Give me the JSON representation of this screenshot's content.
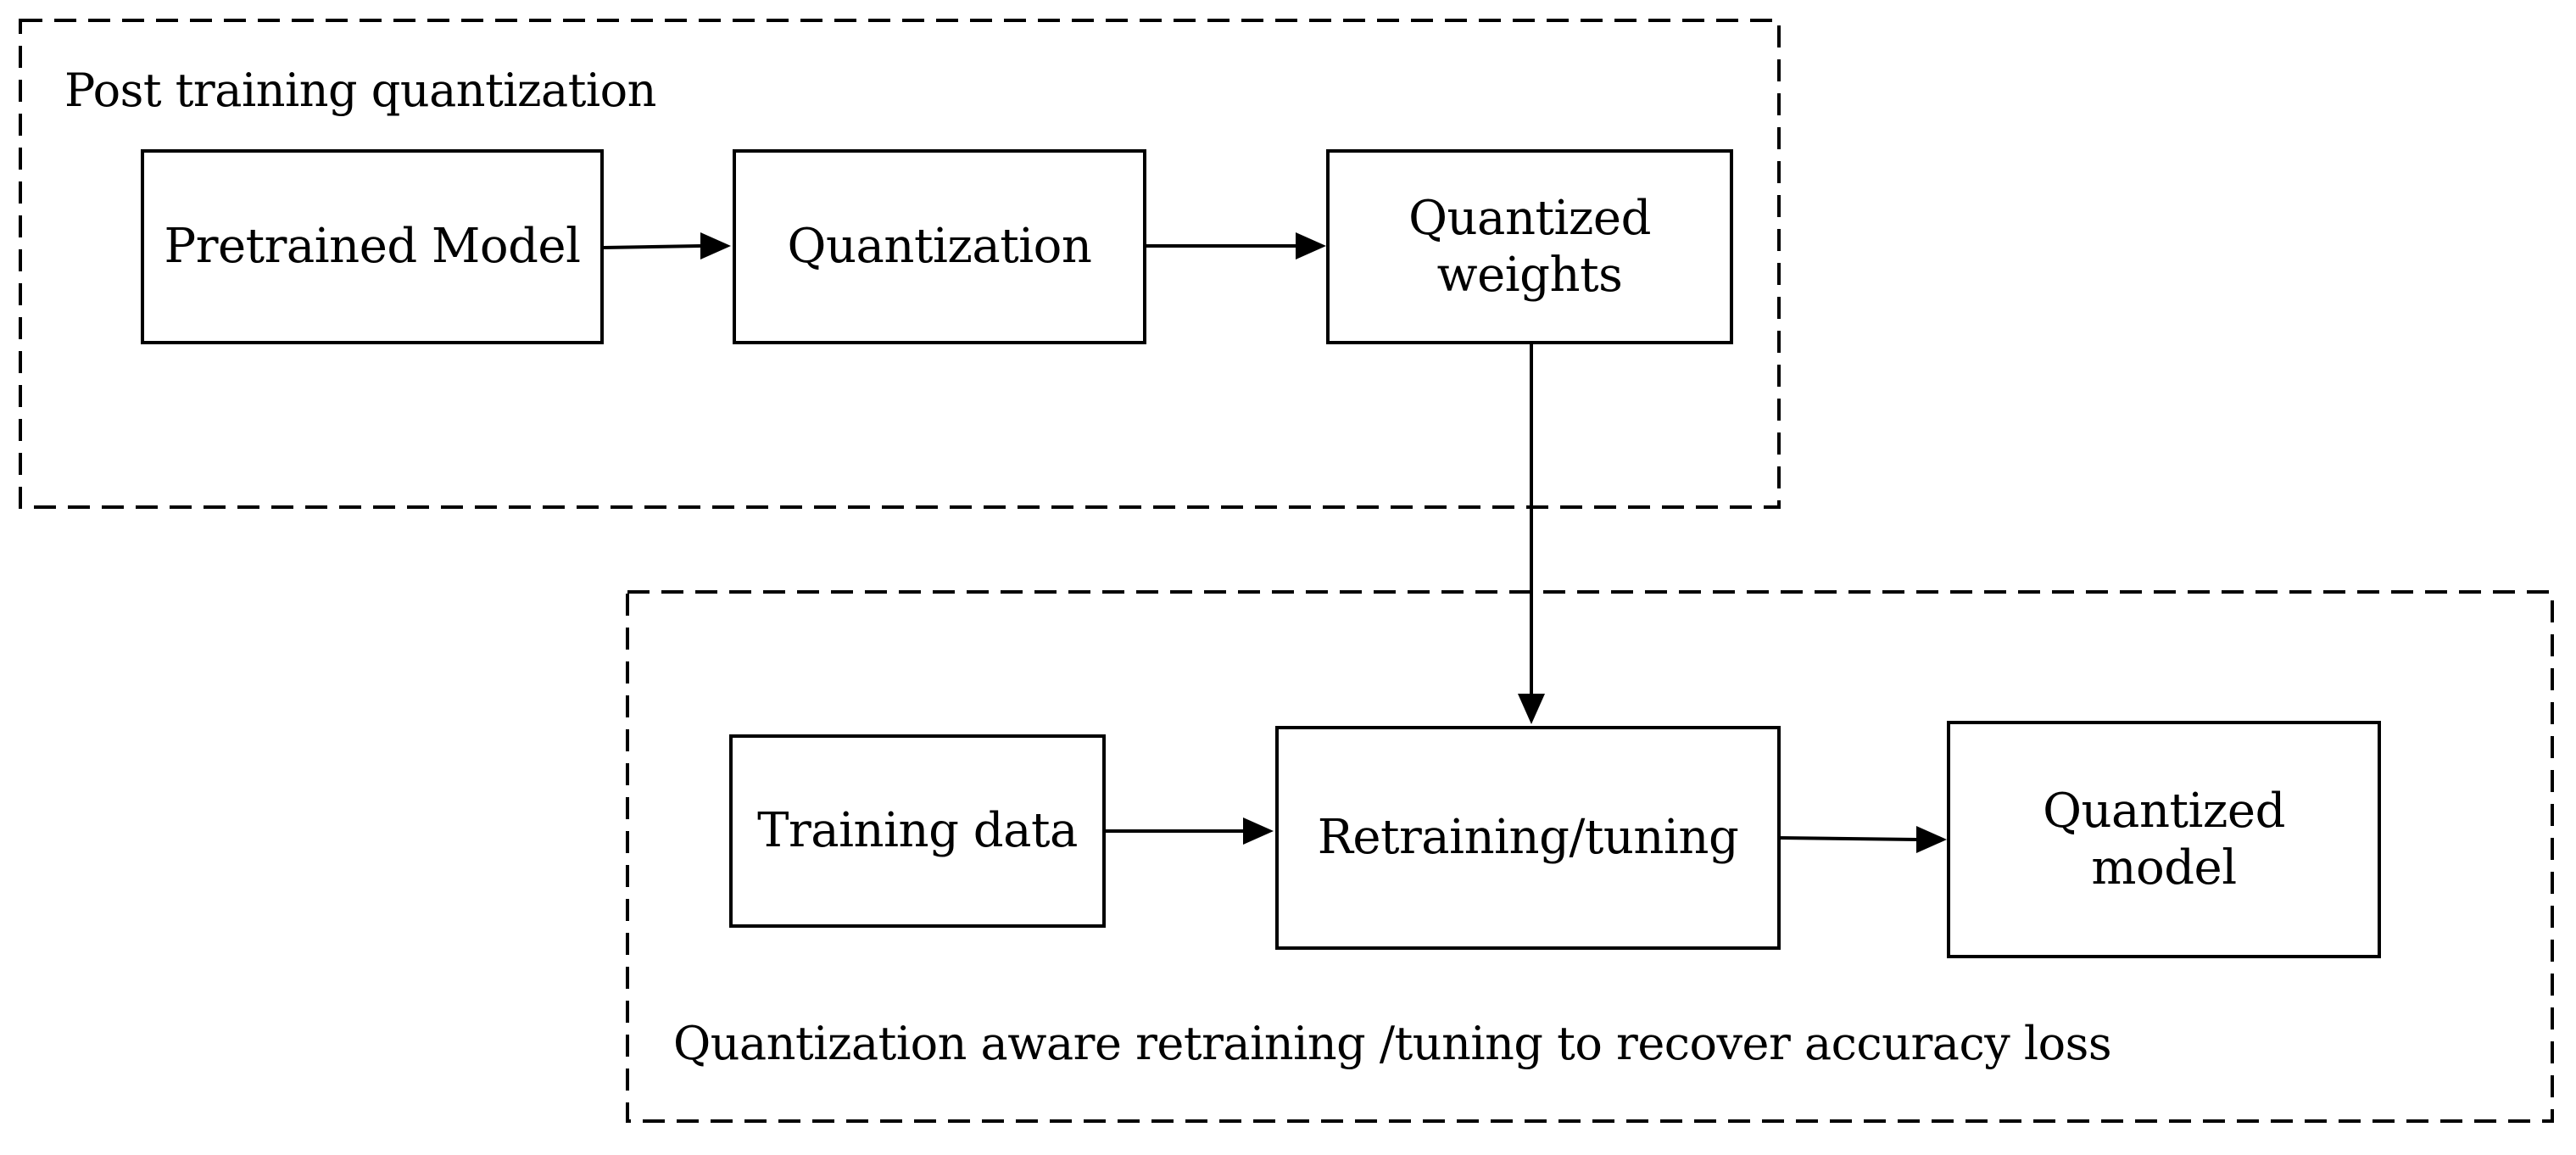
{
  "groups": {
    "post_training": {
      "title": "Post training quantization"
    },
    "aware_retraining": {
      "title": "Quantization aware retraining /tuning to recover accuracy loss"
    }
  },
  "nodes": {
    "pretrained_model": "Pretrained Model",
    "quantization": "Quantization",
    "quantized_weights": "Quantized\nweights",
    "training_data": "Training data",
    "retraining_tuning": "Retraining/tuning",
    "quantized_model": "Quantized\nmodel"
  },
  "edges": [
    {
      "from": "Pretrained Model",
      "to": "Quantization"
    },
    {
      "from": "Quantization",
      "to": "Quantized weights"
    },
    {
      "from": "Quantized weights",
      "to": "Retraining/tuning"
    },
    {
      "from": "Training data",
      "to": "Retraining/tuning"
    },
    {
      "from": "Retraining/tuning",
      "to": "Quantized model"
    }
  ]
}
